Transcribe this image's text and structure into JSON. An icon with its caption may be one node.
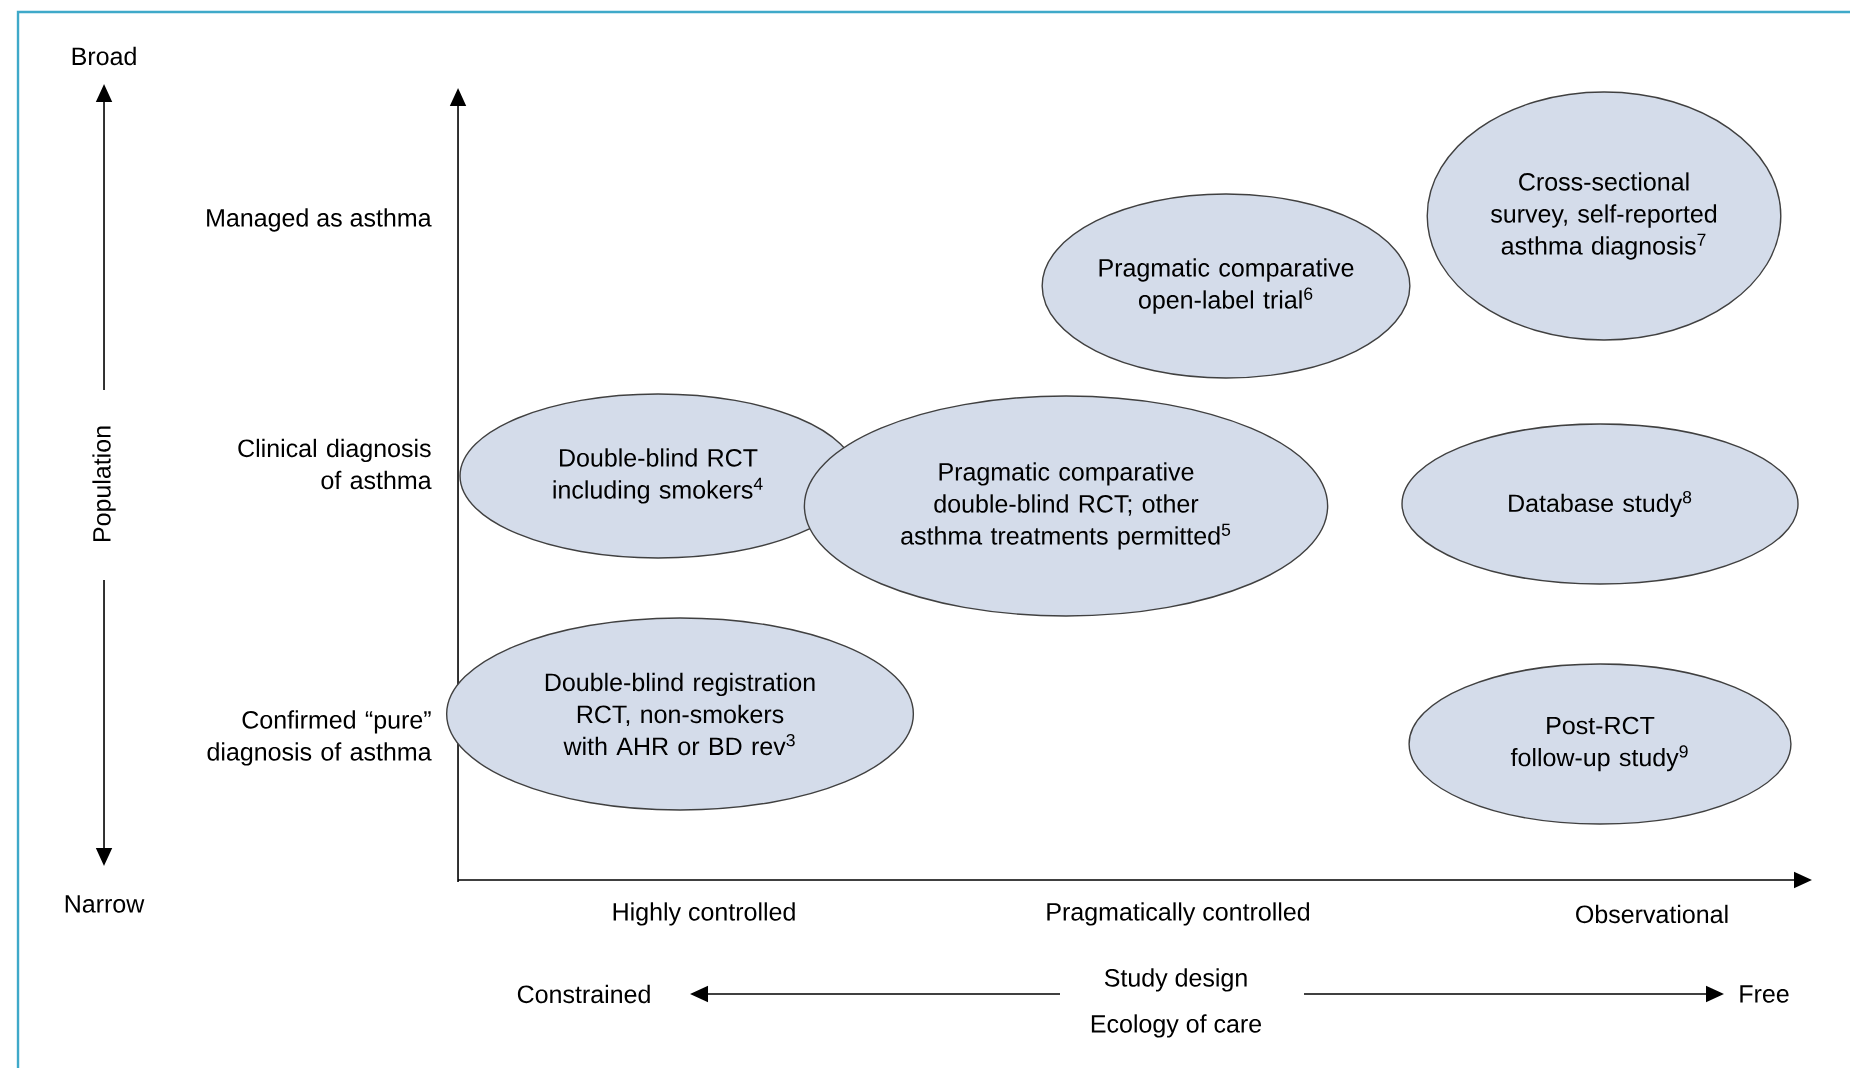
{
  "diagram": {
    "nodes": [
      {
        "text": [
          "Pragmatic comparative open-label trial$^{6}$"
        ]
      },
      {
        "text": [
          "Cross-sectional survey, self-reported asthma diagnosis$^{7}$"
        ]
      },
      {
        "text": [
          "Double-blind RCT including smokers$^{4}$"
        ]
      },
      {
        "text": [
          "Pragmatic comparative double-blind RCT; other asthma treatments permitted$^{5}$"
        ]
      },
      {
        "text": [
          "Database study$^{8}$"
        ]
      },
      {
        "text": [
          "Double-blind registration RCT, non-smokers with AHR or BD rev$^{3}$"
        ]
      },
      {
        "text": [
          "Post-RCT follow-up study$^{9}$"
        ]
      }
    ],
    "labels": [
      "Broad",
      "Managed as asthma",
      "Population",
      "Clinical diagnosis of asthma",
      "Confirmed “pure” diagnosis of asthma",
      "Narrow",
      "Highly controlled",
      "Pragmatically controlled",
      "Observational",
      "Constrained",
      "Study design",
      "Ecology of care",
      "Free"
    ]
  }
}
